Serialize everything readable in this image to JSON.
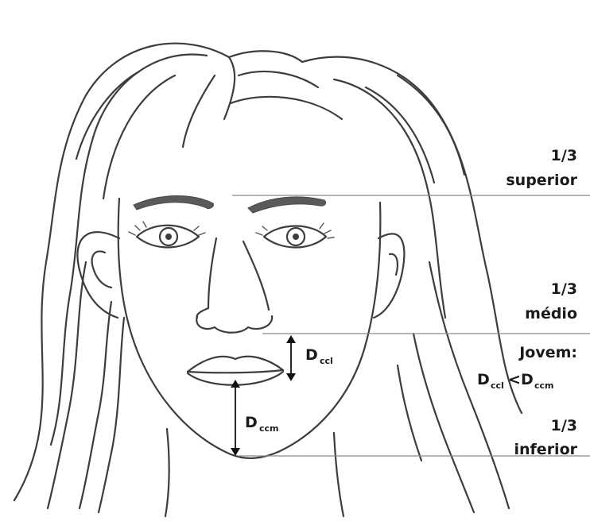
{
  "labels": {
    "upper_fraction": "1/3",
    "upper_name": "superior",
    "middle_fraction": "1/3",
    "middle_name": "médio",
    "young": "Jovem:",
    "lower_fraction": "1/3",
    "lower_name": "inferior"
  },
  "dimensions": {
    "d_letter": "D",
    "ccl_sub": "ccl",
    "ccm_sub": "ccm",
    "less_than": "<"
  },
  "colors": {
    "line": "#3d3d3d",
    "guide": "#8a8a8a",
    "text": "#1a1a1a"
  }
}
